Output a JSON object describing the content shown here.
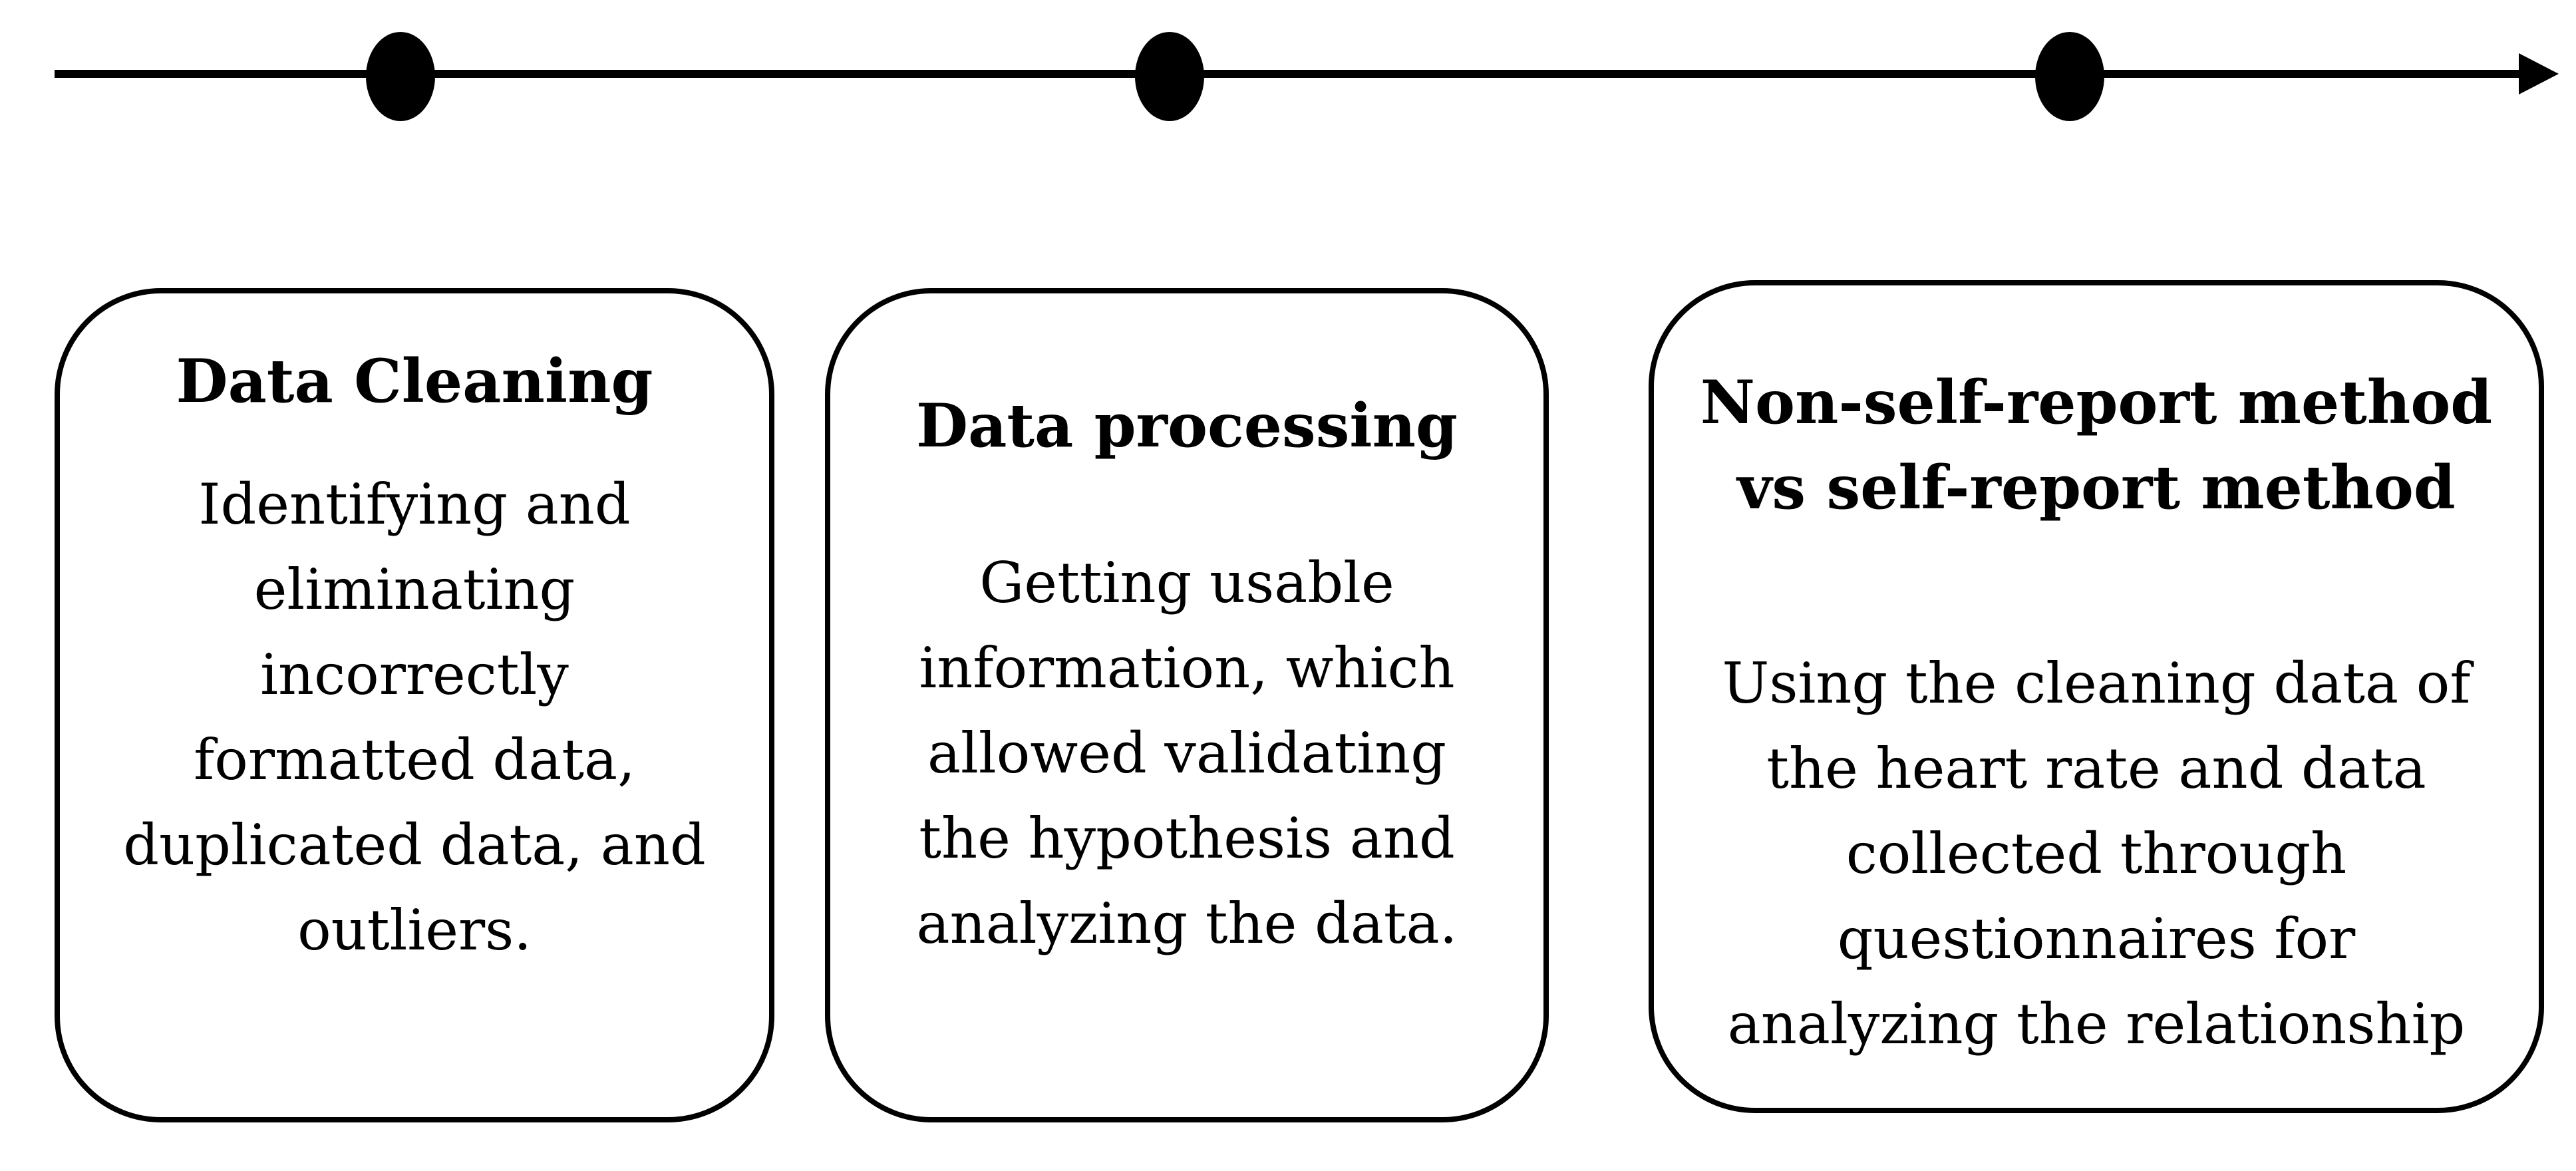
{
  "figure": {
    "background_color": "#ffffff",
    "foreground_color": "#000000"
  },
  "timeline": {
    "direction": "left-to-right",
    "milestone_count": 3
  },
  "stages": [
    {
      "title": "Data Cleaning",
      "title_lines": [
        "Data Cleaning"
      ],
      "body": "Identifying and eliminating incorrectly formatted data, duplicated data, and outliers.",
      "body_lines": [
        "Identifying and",
        "eliminating",
        "incorrectly",
        "formatted data,",
        "duplicated data, and",
        "outliers."
      ]
    },
    {
      "title": "Data processing",
      "title_lines": [
        "Data processing"
      ],
      "body": "Getting usable information, which allowed validating the hypothesis and analyzing the data.",
      "body_lines": [
        "Getting usable",
        "information, which",
        "allowed validating",
        "the hypothesis and",
        "analyzing the data."
      ]
    },
    {
      "title": "Non-self-report method vs self-report method",
      "title_lines": [
        "Non-self-report method",
        "vs self-report method"
      ],
      "body": "Using the cleaning data of the heart rate and data collected through questionnaires for analyzing the relationship",
      "body_lines": [
        "Using the cleaning data of",
        "the heart rate and data",
        "collected through",
        "questionnaires for",
        "analyzing the relationship"
      ]
    }
  ]
}
